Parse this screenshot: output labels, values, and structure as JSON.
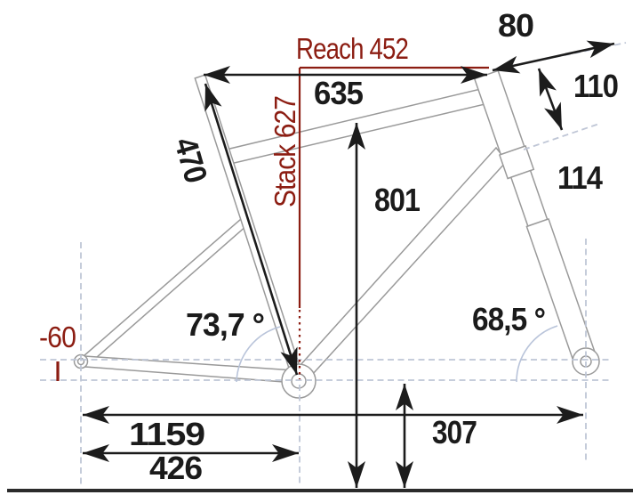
{
  "diagram": {
    "name": "bicycle-frame-geometry",
    "colors": {
      "accent_red": "#8C1D12",
      "measure_black": "#1c1c1c",
      "frame_gray": "#9a9a9a",
      "guide_dash_blue": "#bfc6d6",
      "arc_blue": "#b9c4da",
      "ground": "#2b2b2b"
    },
    "labels": {
      "reach": "Reach 452",
      "stack": "Stack 627",
      "top_tube": "635",
      "standover": "801",
      "seat_tube": "470",
      "stem": "80",
      "head_tube": "110",
      "fork": "114",
      "seat_angle": "73,7 °",
      "head_angle": "68,5 °",
      "bb_drop": "-60",
      "wheelbase": "1159",
      "chainstay": "426",
      "bb_height": "307"
    }
  }
}
